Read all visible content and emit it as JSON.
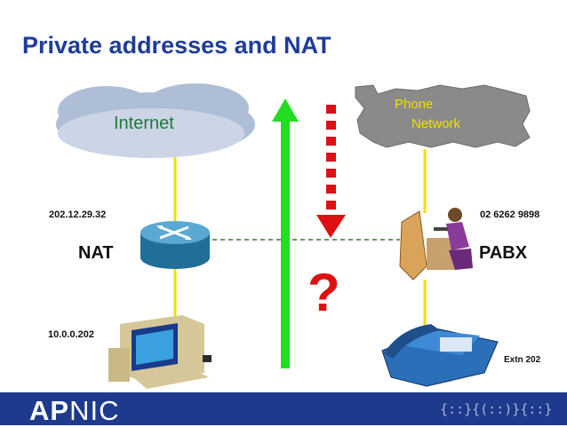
{
  "title": "Private addresses and NAT",
  "internet_label": "Internet",
  "phone_network_label_line1": "Phone",
  "phone_network_label_line2": "Network",
  "nat_ip": "202.12.29.32",
  "nat_label": "NAT",
  "pc_ip": "10.0.0.202",
  "phone_number": "02 6262 9898",
  "pabx_label": "PABX",
  "extension": "Extn 202",
  "question": "?",
  "footer": {
    "logo_ap": "AP",
    "logo_nic": "NIC",
    "pattern": "{::}{(::)}{::}"
  },
  "colors": {
    "title": "#1f3c9c",
    "footer_bg": "#1d3a8c",
    "up_arrow": "#22dd22",
    "down_arrow": "#dd1111",
    "question": "#dd1111",
    "link_line": "#f0e000",
    "cloud": "#aebed6",
    "phone_cloud": "#8a8a8a"
  },
  "icons": [
    "cloud-icon",
    "phone-network-cloud-icon",
    "router-icon",
    "computer-icon",
    "operator-icon",
    "telephone-icon"
  ]
}
